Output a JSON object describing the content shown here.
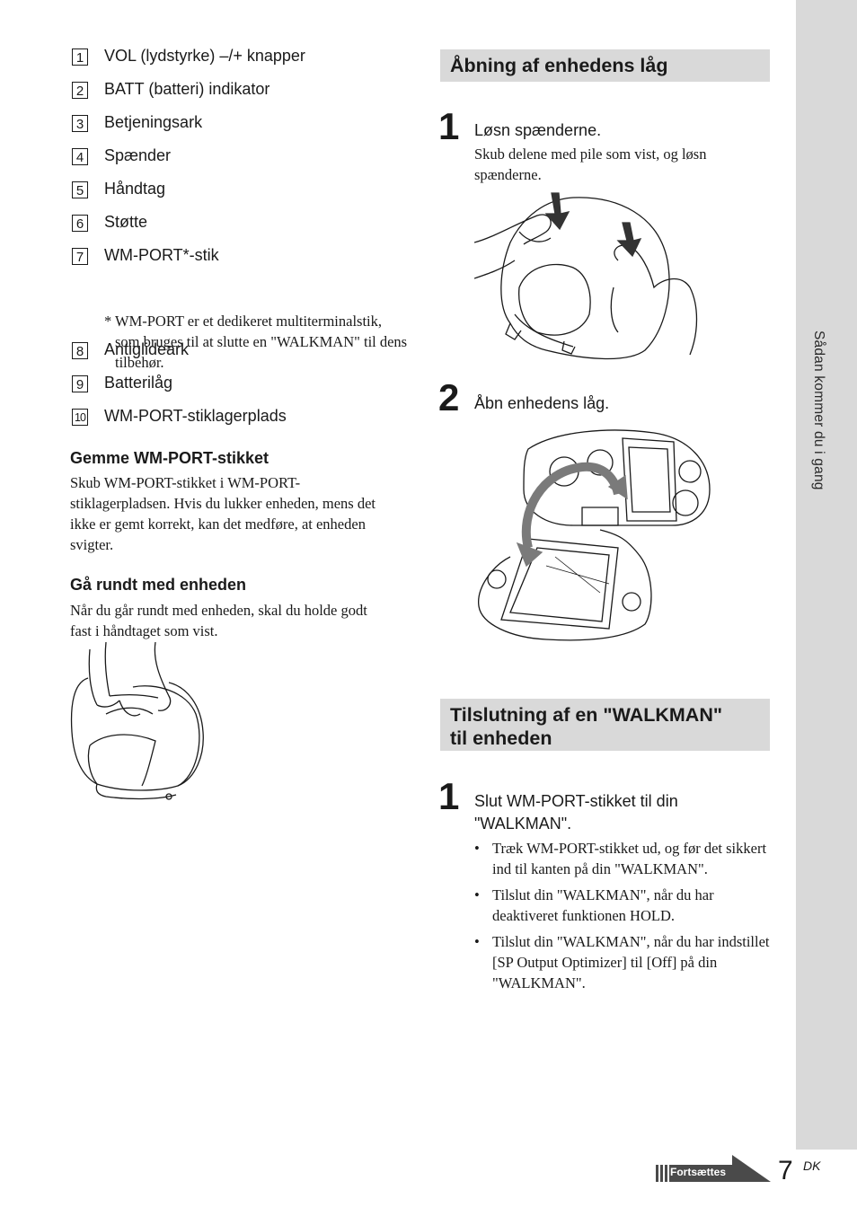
{
  "side_tab": "Sådan kommer du i gang",
  "parts": [
    {
      "num": "1",
      "label": "VOL (lydstyrke) –/+ knapper"
    },
    {
      "num": "2",
      "label": "BATT (batteri) indikator"
    },
    {
      "num": "3",
      "label": "Betjeningsark"
    },
    {
      "num": "4",
      "label": "Spænder"
    },
    {
      "num": "5",
      "label": "Håndtag"
    },
    {
      "num": "6",
      "label": "Støtte"
    },
    {
      "num": "7",
      "label": "WM-PORT*-stik"
    },
    {
      "num": "8",
      "label": "Antiglideark"
    },
    {
      "num": "9",
      "label": "Batterilåg"
    },
    {
      "num": "10",
      "label": "WM-PORT-stiklagerplads"
    }
  ],
  "part_note": {
    "star": "*",
    "text": "WM-PORT er et dedikeret multiterminalstik, som bruges til at slutte en \"WALKMAN\" til dens tilbehør."
  },
  "gemme": {
    "heading": "Gemme WM-PORT-stikket",
    "text": "Skub WM-PORT-stikket i WM-PORT-stiklagerpladsen. Hvis du lukker enheden, mens det ikke er gemt korrekt, kan det medføre, at enheden svigter."
  },
  "gaa": {
    "heading": "Gå rundt med enheden",
    "text": "Når du går rundt med enheden, skal du holde godt fast i håndtaget som vist."
  },
  "aabning": {
    "heading": "Åbning af enhedens låg",
    "steps": [
      {
        "num": "1",
        "text": "Løsn spænderne.",
        "sub": "Skub delene med pile som vist, og løsn spænderne."
      },
      {
        "num": "2",
        "text": "Åbn enhedens låg."
      }
    ]
  },
  "tilslutning": {
    "heading_line1": "Tilslutning af en \"WALKMAN\"",
    "heading_line2": "til enheden",
    "step": {
      "num": "1",
      "text_line1": "Slut WM-PORT-stikket til din",
      "text_line2": "\"WALKMAN\"."
    },
    "bullets": [
      "Træk WM-PORT-stikket ud, og før det sikkert ind til kanten på din \"WALKMAN\".",
      "Tilslut din \"WALKMAN\", når du har deaktiveret funktionen HOLD.",
      "Tilslut din \"WALKMAN\", når du har indstillet [SP Output Optimizer] til [Off] på din \"WALKMAN\"."
    ],
    "bullet_symbol": "•"
  },
  "footer": {
    "continue_label": "Fortsættes",
    "page_number": "7",
    "page_suffix": "DK"
  }
}
